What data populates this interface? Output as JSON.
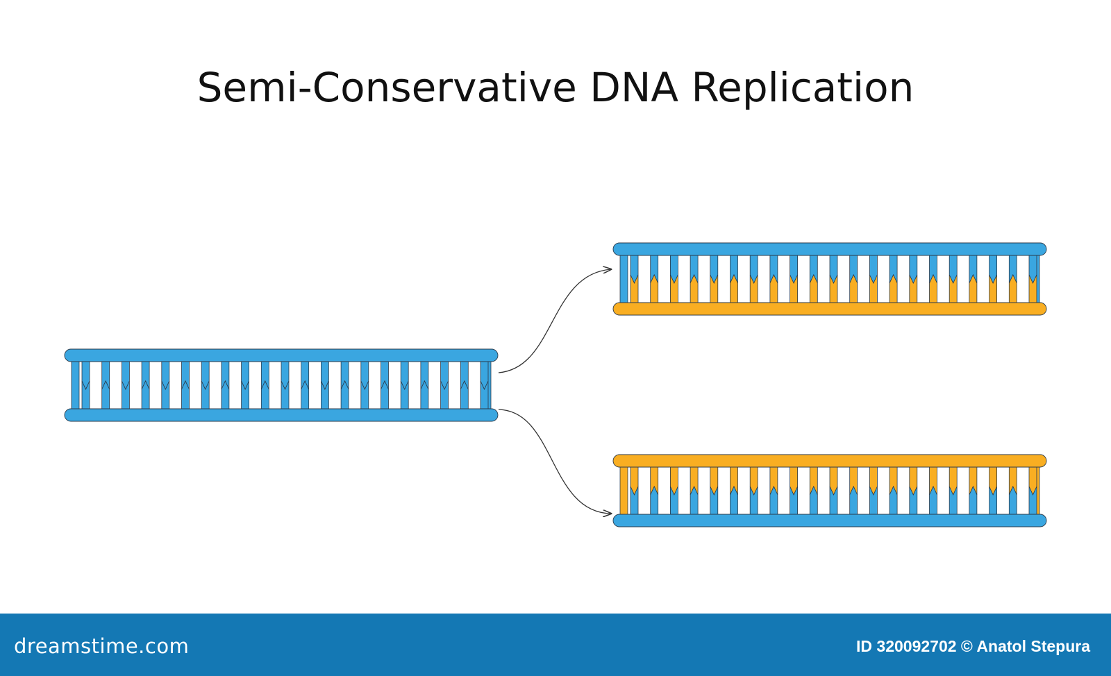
{
  "title": "Semi-Conservative DNA Replication",
  "colors": {
    "parent_strand": "#3aa6e0",
    "new_strand": "#f9ae22",
    "outline": "#2b3a4a",
    "footer": "#1478b4"
  },
  "molecules": [
    {
      "name": "parent-dna",
      "top_strand": "parent",
      "bottom_strand": "parent"
    },
    {
      "name": "daughter-dna-top",
      "top_strand": "parent",
      "bottom_strand": "new"
    },
    {
      "name": "daughter-dna-bottom",
      "top_strand": "new",
      "bottom_strand": "parent"
    }
  ],
  "footer": {
    "brand": "dreamstime.com",
    "credit": "ID 320092702 © Anatol Stepura"
  }
}
